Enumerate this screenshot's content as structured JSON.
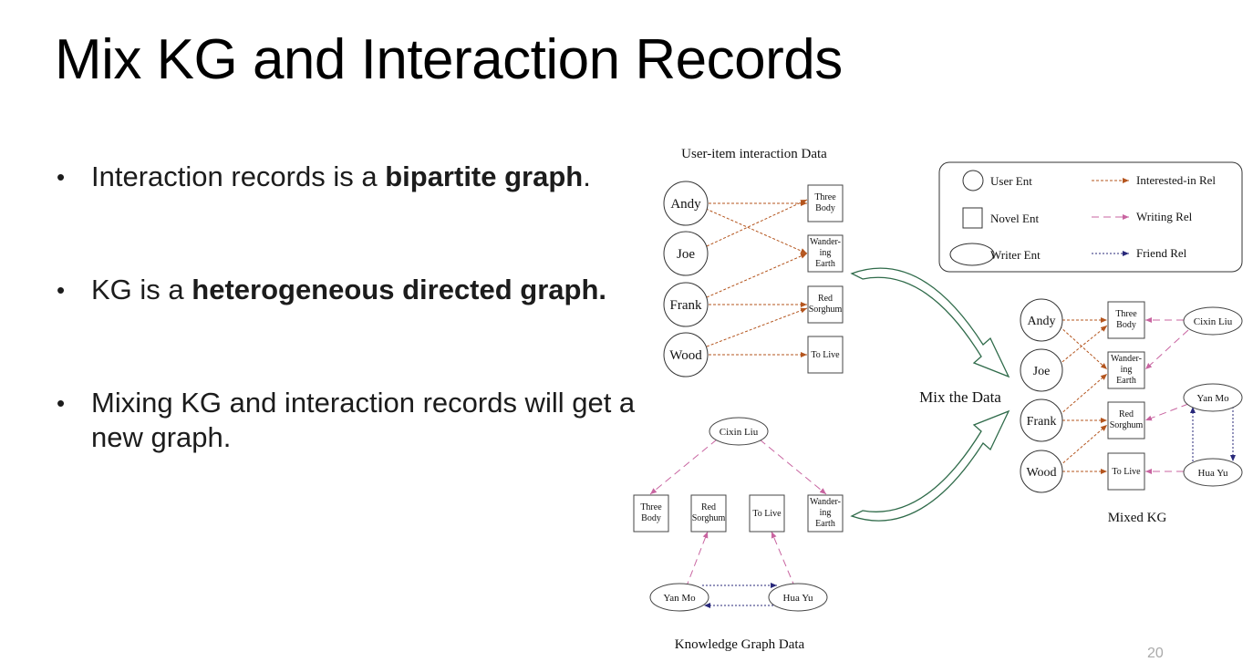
{
  "title": "Mix KG and Interaction Records",
  "bullets": [
    {
      "pre": "Interaction records is a ",
      "bold": "bipartite graph",
      "post": "."
    },
    {
      "pre": "KG is a ",
      "bold": "heterogeneous directed graph.",
      "post": ""
    },
    {
      "pre": "Mixing KG and interaction records will get a new graph.",
      "bold": "",
      "post": ""
    }
  ],
  "diagram": {
    "interaction_title": "User-item interaction Data",
    "kg_title": "Knowledge Graph Data",
    "mix_label": "Mix the Data",
    "mixed_title": "Mixed KG",
    "users": [
      "Andy",
      "Joe",
      "Frank",
      "Wood"
    ],
    "novels": {
      "three_body": [
        "Three",
        "Body"
      ],
      "wandering_earth": [
        "Wander-",
        "ing",
        "Earth"
      ],
      "red_sorghum": [
        "Red",
        "Sorghum"
      ],
      "to_live": [
        "To Live"
      ]
    },
    "writers": [
      "Cixin Liu",
      "Yan Mo",
      "Hua Yu"
    ],
    "legend": {
      "user_ent": "User Ent",
      "novel_ent": "Novel Ent",
      "writer_ent": "Writer Ent",
      "interested_rel": "Interested-in Rel",
      "writing_rel": "Writing Rel",
      "friend_rel": "Friend Rel"
    },
    "colors": {
      "interested": "#b4551e",
      "writing": "#c864a0",
      "friend": "#28287a",
      "mix_arrow": "#2f6b4a"
    }
  },
  "page_number": "20"
}
